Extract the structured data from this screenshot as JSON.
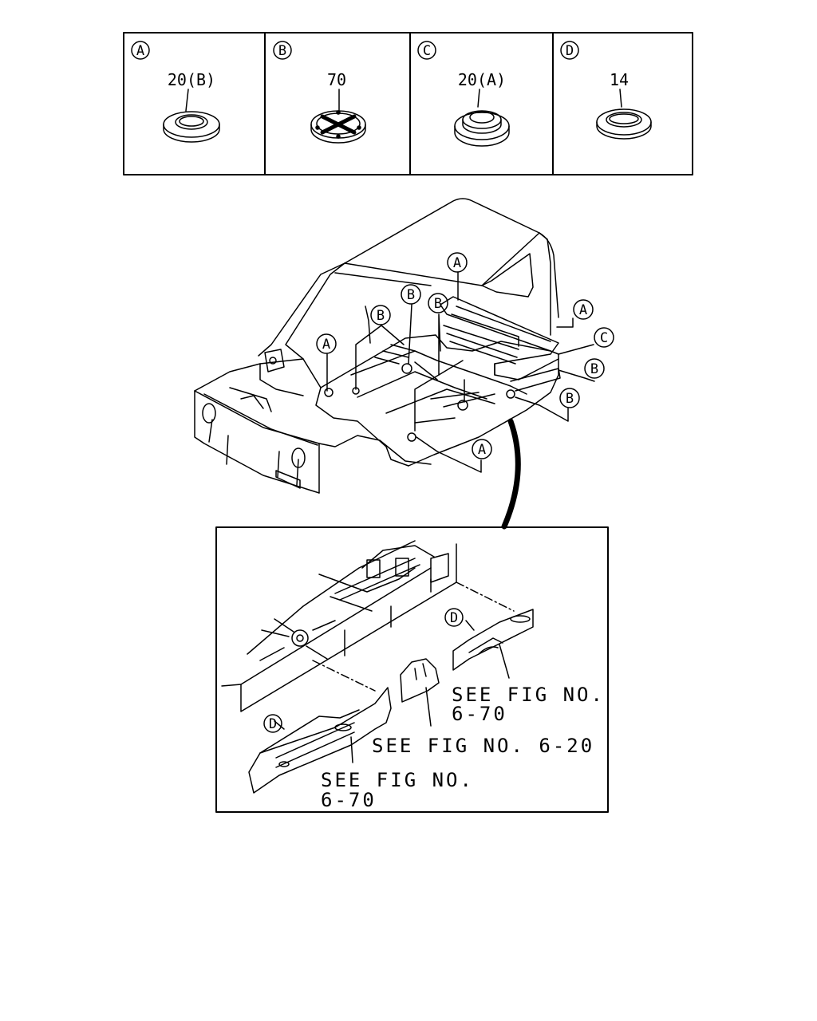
{
  "legend": {
    "cells": [
      {
        "letter": "A",
        "part": "20(B)"
      },
      {
        "letter": "B",
        "part": "70"
      },
      {
        "letter": "C",
        "part": "20(A)"
      },
      {
        "letter": "D",
        "part": "14"
      }
    ]
  },
  "main_callouts": [
    "A",
    "B",
    "B",
    "B",
    "A",
    "A",
    "C",
    "B",
    "B",
    "A"
  ],
  "inset": {
    "callouts": [
      "D",
      "D"
    ],
    "refs": {
      "r1_line1": "SEE FIG NO.",
      "r1_line2": "6-70",
      "r2": "SEE FIG NO. 6-20",
      "r3_line1": "SEE FIG NO.",
      "r3_line2": "6-70"
    }
  },
  "colors": {
    "ink": "#000000",
    "paper": "#ffffff"
  }
}
